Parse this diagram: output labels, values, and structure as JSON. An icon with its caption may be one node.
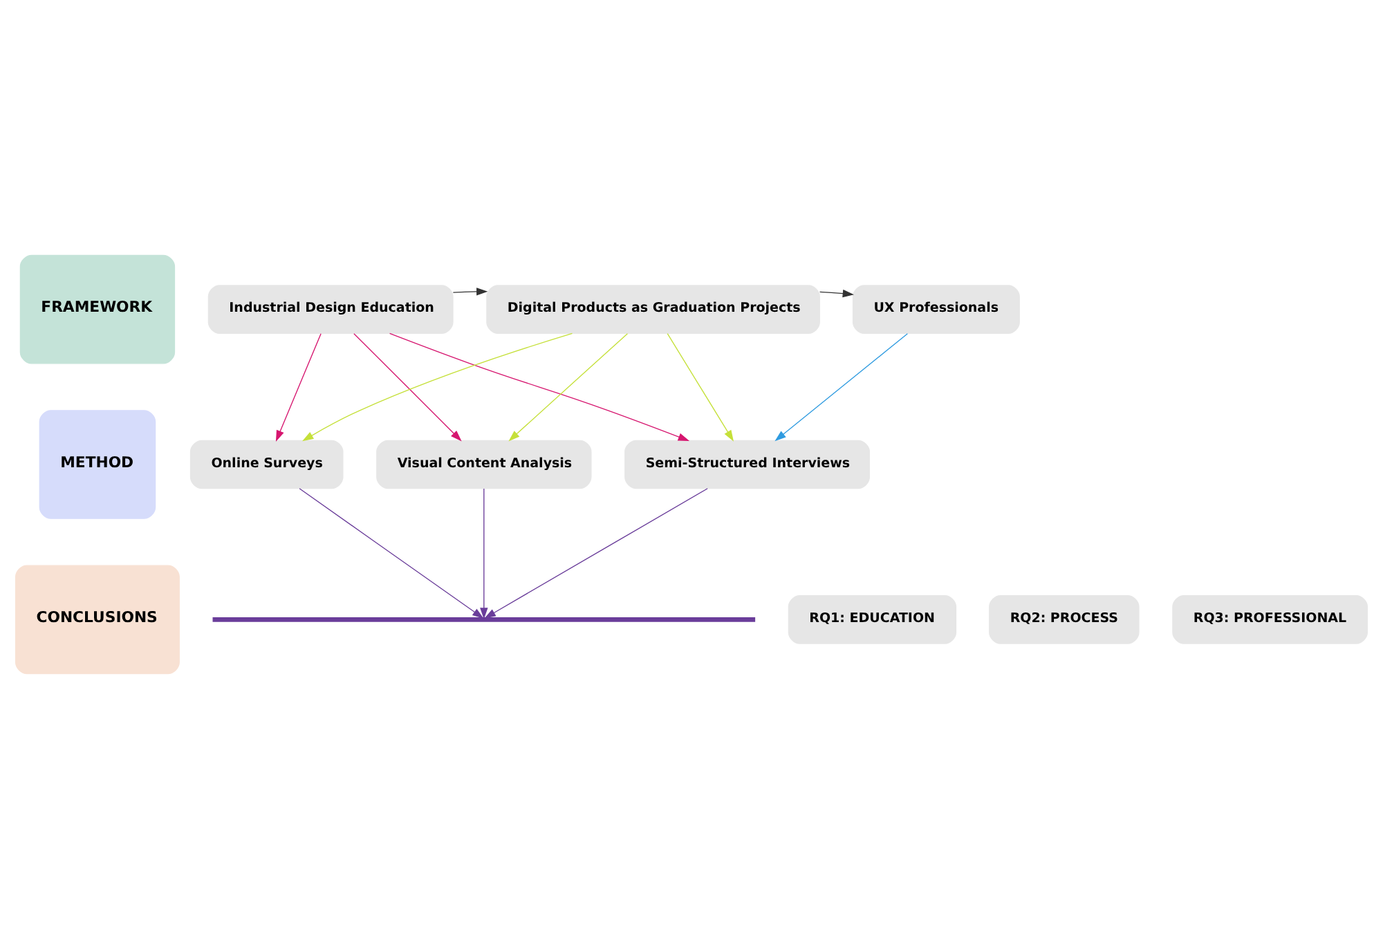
{
  "diagram": {
    "nodes": [
      {
        "text": [
          "FRAMEWORK"
        ]
      },
      {
        "text": [
          "METHOD"
        ]
      },
      {
        "text": [
          "CONCLUSIONS"
        ]
      },
      {
        "text": [
          "Industrial Design Education"
        ]
      },
      {
        "text": [
          "Digital Products as Graduation Projects"
        ]
      },
      {
        "text": [
          "UX Professionals"
        ]
      },
      {
        "text": [
          "Online Surveys"
        ]
      },
      {
        "text": [
          "Visual Content Analysis"
        ]
      },
      {
        "text": [
          "Semi-Structured Interviews"
        ]
      },
      {
        "text": [
          "RQ1: EDUCATION"
        ]
      },
      {
        "text": [
          "RQ2: PROCESS"
        ]
      },
      {
        "text": [
          "RQ3: PROFESSIONAL"
        ]
      },
      {
        "text": [],
        "shape": "bar"
      }
    ],
    "edges": [
      {
        "from": 3,
        "to": 4,
        "arrow": "to",
        "color": "#333333"
      },
      {
        "from": 4,
        "to": 5,
        "arrow": "to",
        "color": "#333333"
      },
      {
        "from": 3,
        "to": 6,
        "arrow": "to",
        "color": "#d6166f"
      },
      {
        "from": 3,
        "to": 7,
        "arrow": "to",
        "color": "#d6166f"
      },
      {
        "from": 3,
        "to": 8,
        "arrow": "to",
        "color": "#d6166f"
      },
      {
        "from": 4,
        "to": 6,
        "arrow": "to",
        "color": "#c5e03a"
      },
      {
        "from": 4,
        "to": 7,
        "arrow": "to",
        "color": "#c5e03a"
      },
      {
        "from": 4,
        "to": 8,
        "arrow": "to",
        "color": "#c5e03a"
      },
      {
        "from": 5,
        "to": 8,
        "arrow": "to",
        "color": "#2f9be0"
      },
      {
        "from": 6,
        "to": 12,
        "arrow": "to",
        "color": "#6a3d9a"
      },
      {
        "from": 7,
        "to": 12,
        "arrow": "to",
        "color": "#6a3d9a"
      },
      {
        "from": 8,
        "to": 12,
        "arrow": "to",
        "color": "#6a3d9a"
      }
    ]
  }
}
